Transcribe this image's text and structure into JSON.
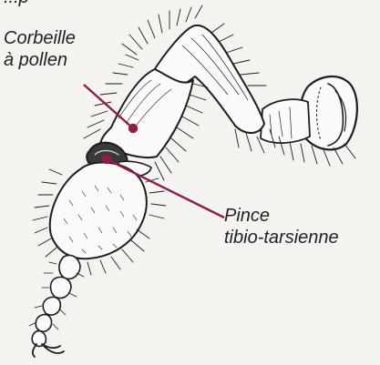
{
  "labels": {
    "top_fragment": "...p",
    "corbeille": {
      "line1": "Corbeille",
      "line2": "à pollen"
    },
    "pince": {
      "line1": "Pince",
      "line2": "tibio-tarsienne"
    }
  },
  "colors": {
    "background": "#f5f3f0",
    "ink": "#1e1e1e",
    "leader": "#8f1d4c"
  }
}
